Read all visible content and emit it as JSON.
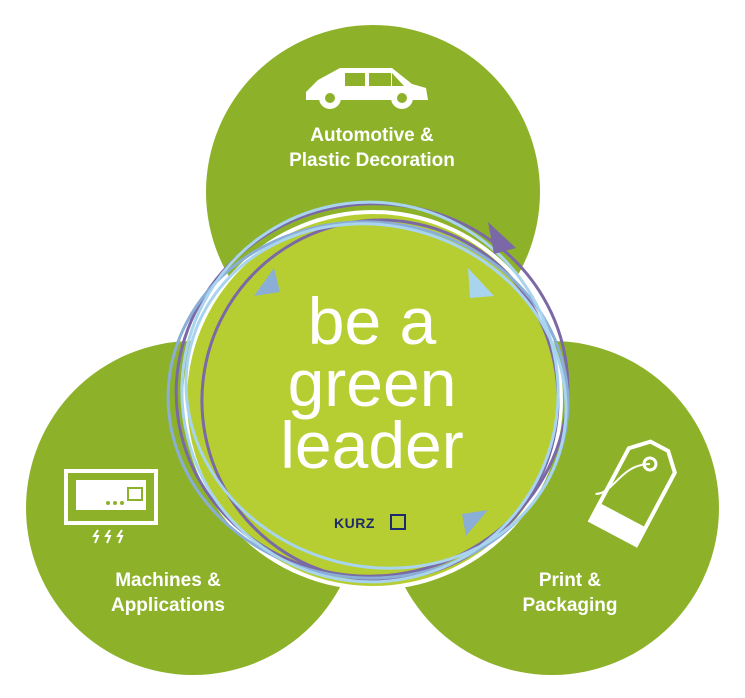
{
  "colors": {
    "outer_circle": "#8db22a",
    "center_circle": "#b6ce32",
    "ring_purple": "#7b68a6",
    "ring_blue": "#8aaed6",
    "ring_lightblue": "#a9d4ee",
    "white": "#ffffff",
    "brand_navy": "#1d2a6b"
  },
  "segments": {
    "top": {
      "line1": "Automotive &",
      "line2": "Plastic Decoration",
      "icon": "car-icon"
    },
    "left": {
      "line1": "Machines &",
      "line2": "Applications",
      "icon": "machine-icon"
    },
    "right": {
      "line1": "Print &",
      "line2": "Packaging",
      "icon": "tag-icon"
    }
  },
  "center": {
    "line1": "be a",
    "line2": "green",
    "line3": "leader"
  },
  "brand": {
    "name": "KURZ",
    "icon": "kurz-logo-icon"
  }
}
